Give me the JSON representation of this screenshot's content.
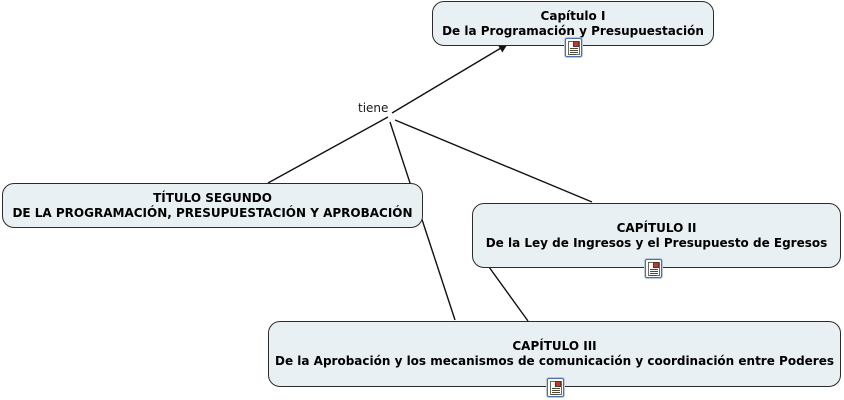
{
  "diagram": {
    "type": "concept-map",
    "background_color": "#ffffff",
    "node_fill_color": "#e9f0f3",
    "node_border_color": "#2b2b2b",
    "edge_color": "#1a1a1a",
    "nodes": [
      {
        "id": "capitulo-1",
        "line1": "Capítulo I",
        "line2": "De la Programación y Presupuestación",
        "has_note_icon": true
      },
      {
        "id": "titulo-segundo",
        "line1": "TÍTULO SEGUNDO",
        "line2": "DE LA PROGRAMACIÓN, PRESUPUESTACIÓN Y APROBACIÓN",
        "has_note_icon": false
      },
      {
        "id": "capitulo-2",
        "line1": "CAPÍTULO II",
        "line2": "De la Ley de Ingresos y el Presupuesto de Egresos",
        "has_note_icon": true
      },
      {
        "id": "capitulo-3",
        "line1": "CAPÍTULO III",
        "line2": "De la Aprobación y los mecanismos de comunicación y coordinación entre Poderes",
        "has_note_icon": true
      }
    ],
    "edges": [
      {
        "id": "edge-tiene-to-capitulo-1",
        "label": "tiene",
        "arrow": true
      },
      {
        "id": "edge-titulo-to-junction",
        "label": "",
        "arrow": false
      },
      {
        "id": "edge-junction-to-capitulo-2",
        "label": "",
        "arrow": false
      },
      {
        "id": "edge-junction-to-capitulo-3",
        "label": "",
        "arrow": false
      },
      {
        "id": "edge-capitulo-2-to-capitulo-3",
        "label": "",
        "arrow": false
      }
    ],
    "labels": {
      "tiene": "tiene"
    },
    "icons": {
      "note": "note-document-icon"
    }
  }
}
